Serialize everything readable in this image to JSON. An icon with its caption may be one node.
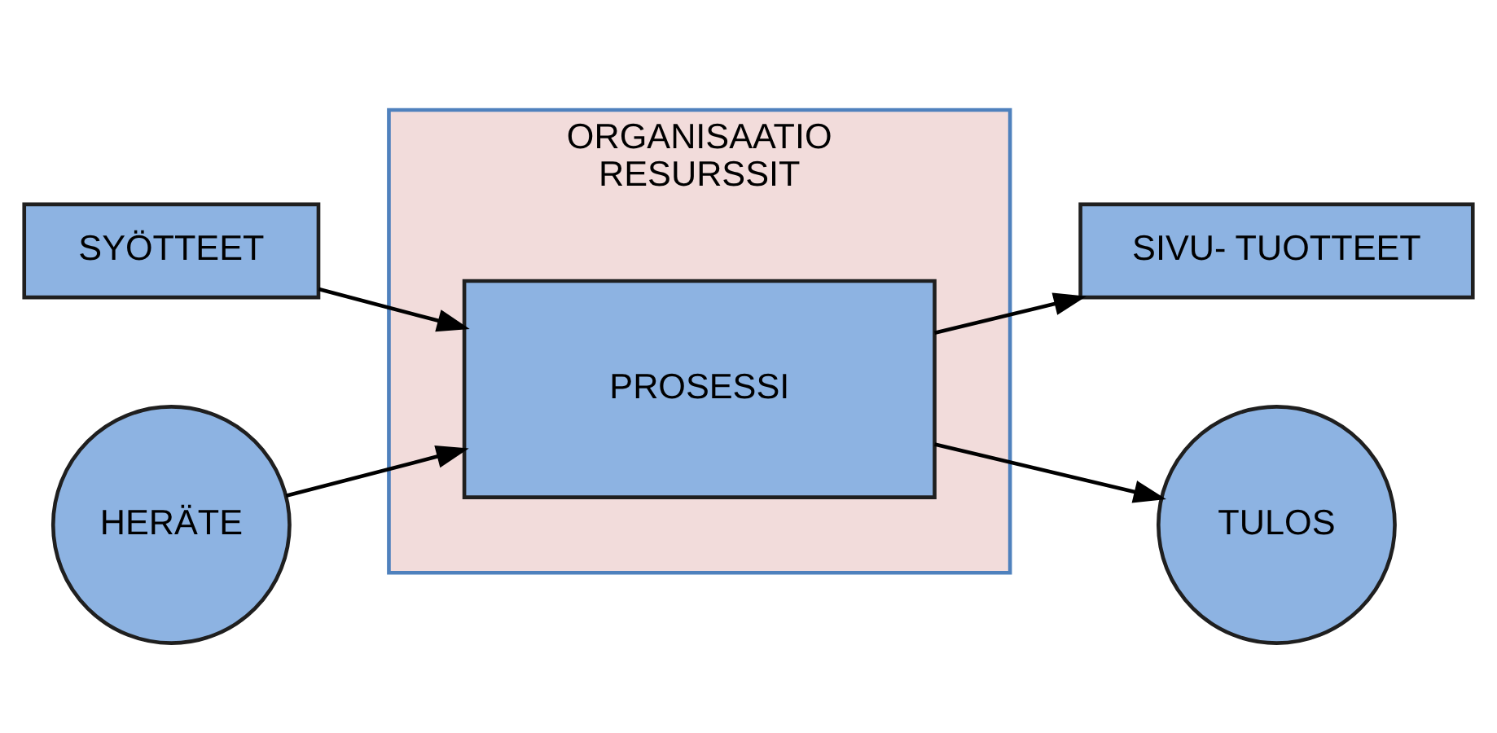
{
  "diagram": {
    "nodes": [
      {
        "text": [
          "ORGANISAATIO",
          "RESURSSIT"
        ]
      },
      {
        "text": [
          "SYÖTTEET"
        ]
      },
      {
        "text": [
          "SIVU- TUOTTEET"
        ]
      },
      {
        "text": [
          "HERÄTE"
        ]
      },
      {
        "text": [
          "PROSESSI"
        ],
        "in": 0
      },
      {
        "text": [
          "TULOS"
        ]
      }
    ],
    "edges": [
      {
        "from": 3,
        "to": 4,
        "arrow": "to"
      },
      {
        "from": 1,
        "to": 4,
        "arrow": "to"
      },
      {
        "from": 4,
        "to": 5,
        "arrow": "to"
      },
      {
        "from": 4,
        "to": 2,
        "arrow": "to"
      }
    ]
  }
}
